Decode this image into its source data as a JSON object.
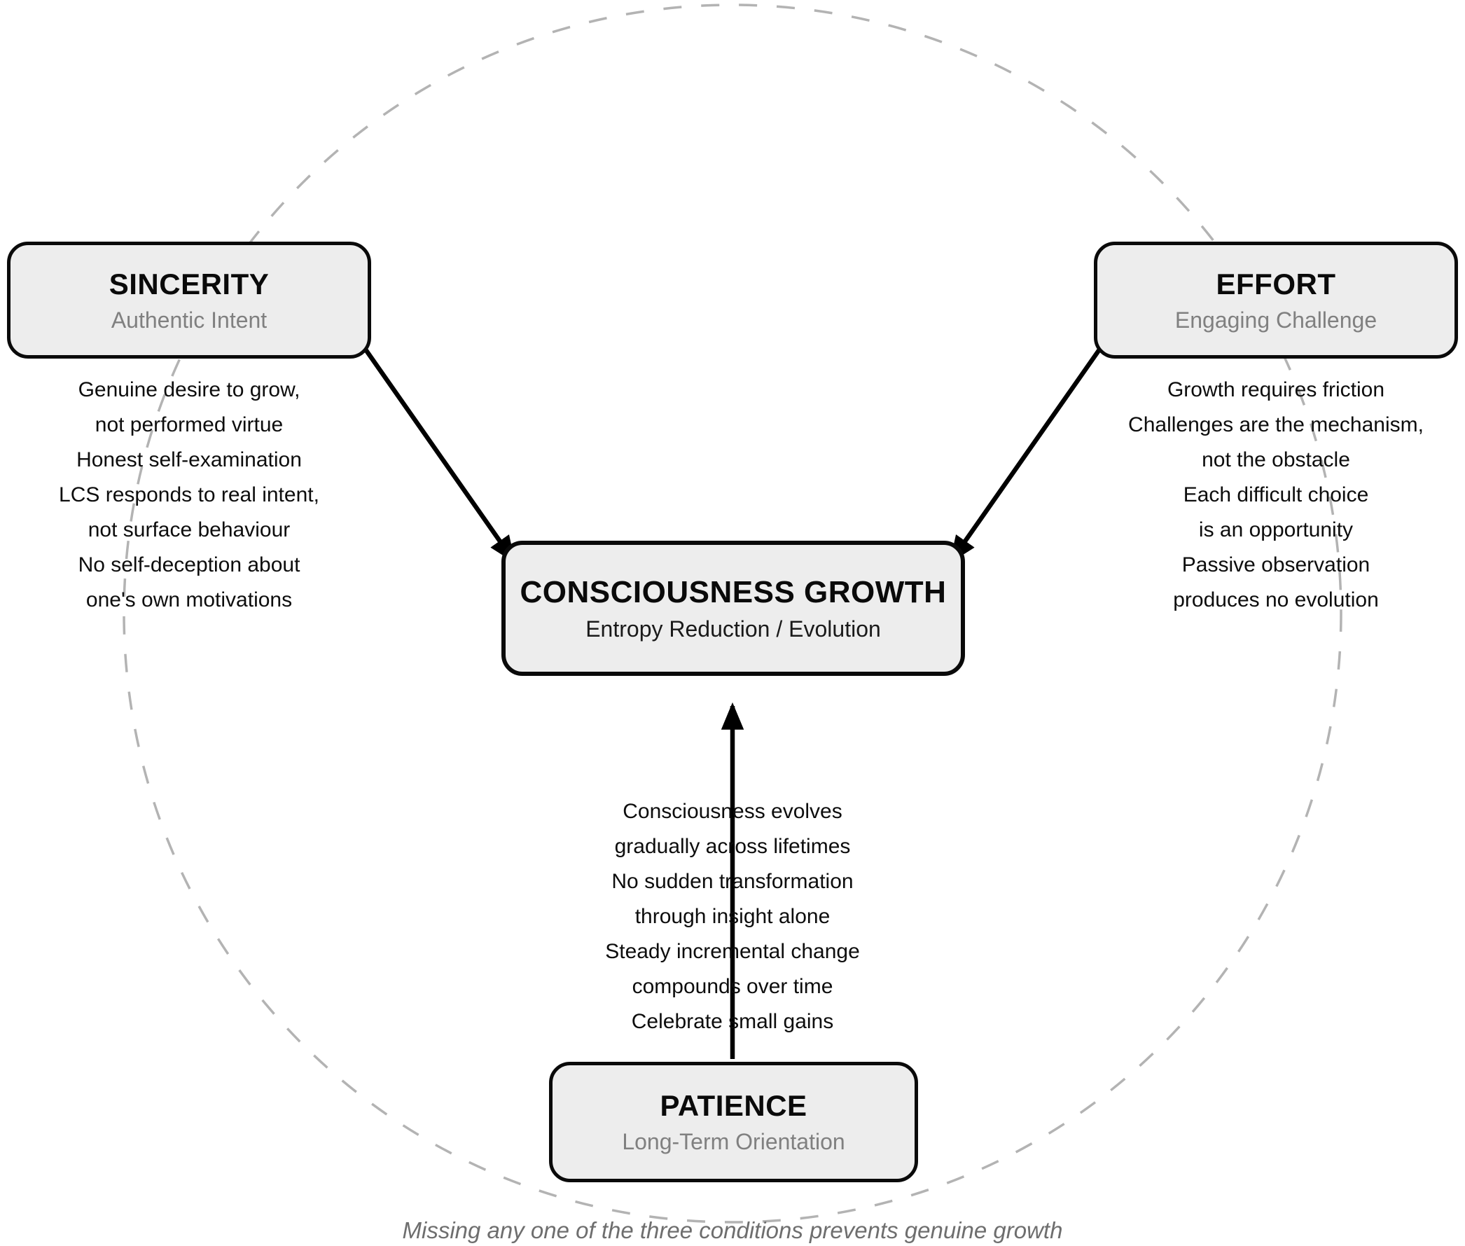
{
  "caption": "Missing any one of the three conditions prevents genuine growth",
  "colors": {
    "box_fill": "#ededed",
    "box_border": "#000000",
    "subtitle_gray": "#808080",
    "center_subtitle": "#1a1a1a",
    "body_text": "#0d0d0d",
    "circle_dash_gray": "#b3b3b3",
    "caption_gray": "#6e6e6e",
    "arrow_black": "#000000"
  },
  "nodes": {
    "center": {
      "title": "CONSCIOUSNESS GROWTH",
      "subtitle": "Entropy Reduction / Evolution"
    },
    "sincerity": {
      "title": "SINCERITY",
      "subtitle": "Authentic Intent",
      "lines": [
        "Genuine desire to grow,",
        "not performed virtue",
        "Honest self-examination",
        "LCS responds to real intent,",
        "not surface behaviour",
        "No self-deception about",
        "one's own motivations"
      ]
    },
    "effort": {
      "title": "EFFORT",
      "subtitle": "Engaging Challenge",
      "lines": [
        "Growth requires friction",
        "Challenges are the mechanism,",
        "not the obstacle",
        "Each difficult choice",
        "is an opportunity",
        "Passive observation",
        "produces no evolution"
      ]
    },
    "patience": {
      "title": "PATIENCE",
      "subtitle": "Long-Term Orientation",
      "lines": [
        "Consciousness evolves",
        "gradually across lifetimes",
        "No sudden transformation",
        "through insight alone",
        "Steady incremental change",
        "compounds over time",
        "Celebrate small gains"
      ]
    }
  }
}
